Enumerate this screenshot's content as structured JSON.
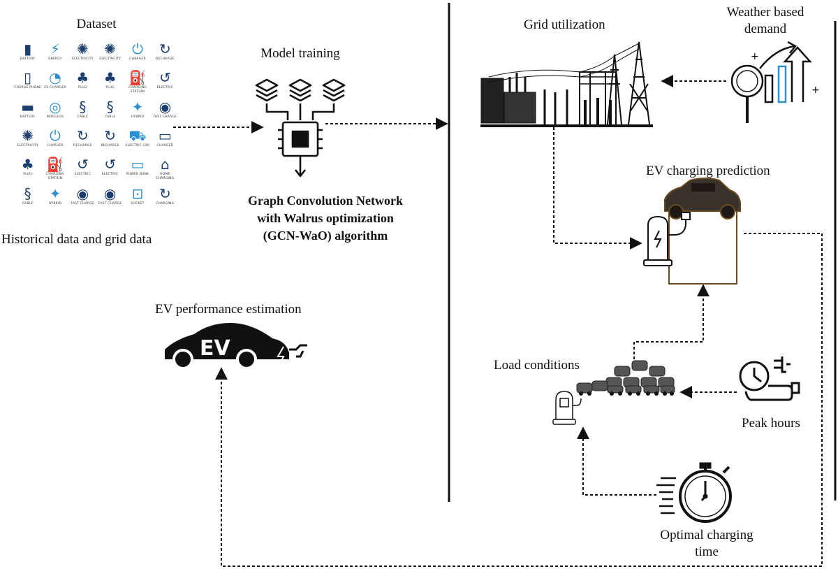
{
  "labels": {
    "dataset": "Dataset",
    "historical": "Historical data and grid data",
    "model_training": "Model training",
    "algorithm_line1": "Graph Convolution Network",
    "algorithm_line2": "with Walrus optimization",
    "algorithm_line3": "(GCN-WaO) algorithm",
    "grid_utilization": "Grid utilization",
    "weather_line1": "Weather based",
    "weather_line2": "demand",
    "ev_charging_prediction": "EV charging prediction",
    "ev_performance": "EV performance estimation",
    "ev_badge": "EV",
    "load_conditions": "Load conditions",
    "peak_hours": "Peak hours",
    "optimal_line1": "Optimal charging",
    "optimal_line2": "time",
    "plus": "+"
  },
  "icon_grid": [
    {
      "icon": "battery-icon",
      "glyph": "▮",
      "cap": "Battery"
    },
    {
      "icon": "energy-icon",
      "glyph": "⚡",
      "cap": "Energy"
    },
    {
      "icon": "electricity-icon",
      "glyph": "✺",
      "cap": "Electricity"
    },
    {
      "icon": "electricity-icon",
      "glyph": "✺",
      "cap": "Electricity"
    },
    {
      "icon": "charger-icon",
      "glyph": "⏻",
      "cap": "Charger"
    },
    {
      "icon": "recharge-icon",
      "glyph": "↻",
      "cap": "Recharge"
    },
    {
      "icon": "charge-phone-icon",
      "glyph": "▯",
      "cap": "Charge phone"
    },
    {
      "icon": "ev-charger-icon",
      "glyph": "◔",
      "cap": "EV charger"
    },
    {
      "icon": "plug-icon",
      "glyph": "♣",
      "cap": "Plug"
    },
    {
      "icon": "plug-icon",
      "glyph": "♣",
      "cap": "Plug"
    },
    {
      "icon": "charging-station-icon",
      "glyph": "⛽",
      "cap": "Charging station"
    },
    {
      "icon": "electric-icon",
      "glyph": "↺",
      "cap": "Electric"
    },
    {
      "icon": "battery-icon",
      "glyph": "▬",
      "cap": "Battery"
    },
    {
      "icon": "wireless-icon",
      "glyph": "◎",
      "cap": "Wireless"
    },
    {
      "icon": "cable-icon",
      "glyph": "§",
      "cap": "Cable"
    },
    {
      "icon": "cable-icon",
      "glyph": "§",
      "cap": "Cable"
    },
    {
      "icon": "hybrid-icon",
      "glyph": "✦",
      "cap": "Hybrid"
    },
    {
      "icon": "fast-charge-icon",
      "glyph": "◉",
      "cap": "Fast charge"
    },
    {
      "icon": "electricity-icon",
      "glyph": "✺",
      "cap": "Electricity"
    },
    {
      "icon": "charger-icon",
      "glyph": "⏻",
      "cap": "Charger"
    },
    {
      "icon": "recharge-icon",
      "glyph": "↻",
      "cap": "Recharge"
    },
    {
      "icon": "recharge-icon",
      "glyph": "↻",
      "cap": "Recharge"
    },
    {
      "icon": "electric-car-icon",
      "glyph": "⛟",
      "cap": "Electric car"
    },
    {
      "icon": "charger-icon",
      "glyph": "▭",
      "cap": "Charger"
    },
    {
      "icon": "plug-icon",
      "glyph": "♣",
      "cap": "Plug"
    },
    {
      "icon": "charging-station-icon",
      "glyph": "⛽",
      "cap": "Charging station"
    },
    {
      "icon": "electric-icon",
      "glyph": "↺",
      "cap": "Electric"
    },
    {
      "icon": "electric-icon",
      "glyph": "↺",
      "cap": "Electric"
    },
    {
      "icon": "power-bank-icon",
      "glyph": "▭",
      "cap": "Power bank"
    },
    {
      "icon": "home-charging-icon",
      "glyph": "⌂",
      "cap": "Home charging"
    },
    {
      "icon": "cable-icon",
      "glyph": "§",
      "cap": "Cable"
    },
    {
      "icon": "hybrid-icon",
      "glyph": "✦",
      "cap": "Hybrid"
    },
    {
      "icon": "fast-charge-icon",
      "glyph": "◉",
      "cap": "Fast charge"
    },
    {
      "icon": "fast-charge-icon",
      "glyph": "◉",
      "cap": "Fast charge"
    },
    {
      "icon": "socket-icon",
      "glyph": "⊡",
      "cap": "Socket"
    },
    {
      "icon": "charging-icon",
      "glyph": "↻",
      "cap": "Charging"
    }
  ],
  "colors": {
    "ink": "#111111",
    "icon_dark": "#1a3e6e",
    "icon_accent": "#2b8fd1",
    "car_body": "#3a332c",
    "car_outline": "#6b4a1f",
    "weather_bar": "#2b8fd1"
  }
}
